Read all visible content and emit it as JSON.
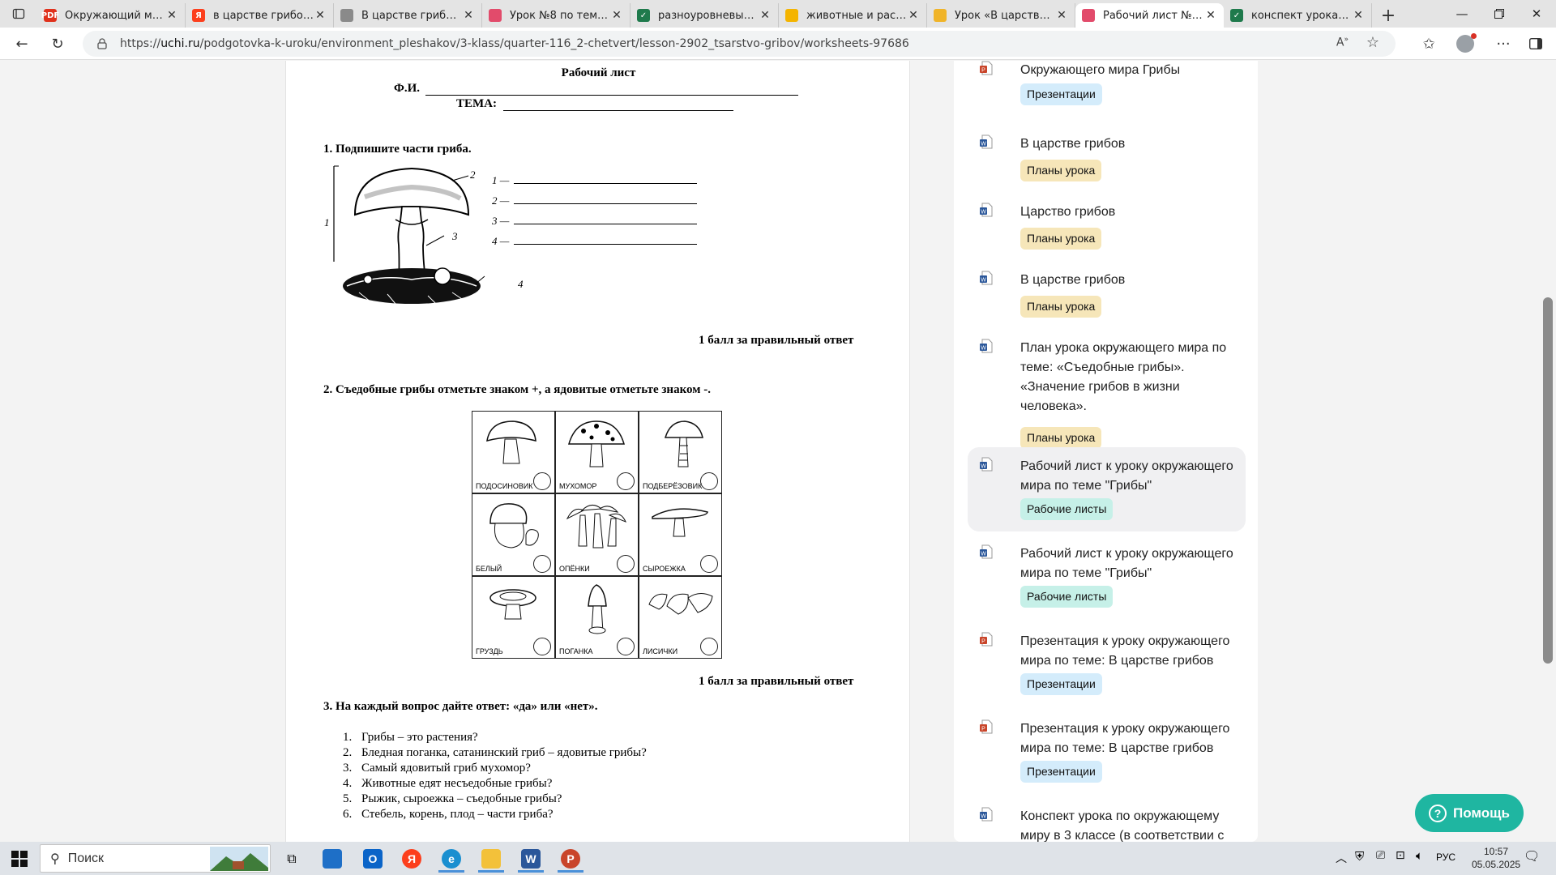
{
  "browser": {
    "tabs": [
      {
        "title": "Окружающий мир 3 кл",
        "favicon_color": "#e0311c",
        "favicon_label": "PDF"
      },
      {
        "title": "в царстве грибов 3 кл",
        "favicon_color": "#fc3f1d",
        "favicon_label": "Я"
      },
      {
        "title": "В царстве грибов. 3 кл",
        "favicon_color": "#8a8a8a",
        "favicon_label": ""
      },
      {
        "title": "Урок №8 по теме \"Цар",
        "favicon_color": "#e24b6b",
        "favicon_label": ""
      },
      {
        "title": "разноуровневые зада",
        "favicon_color": "#1f7a4c",
        "favicon_label": "✓"
      },
      {
        "title": "животные и растения",
        "favicon_color": "#f4b400",
        "favicon_label": ""
      },
      {
        "title": "Урок «В царстве гриб",
        "favicon_color": "#f0b429",
        "favicon_label": ""
      },
      {
        "title": "Рабочий лист №8 к",
        "favicon_color": "#e24b6b",
        "favicon_label": ""
      },
      {
        "title": "конспект урока по окр",
        "favicon_color": "#1f7a4c",
        "favicon_label": "✓"
      }
    ],
    "active_tab_index": 7,
    "url_prefix": "https://",
    "url_domain": "uchi.ru",
    "url_path": "/podgotovka-k-uroku/environment_pleshakov/3-klass/quarter-116_2-chetvert/lesson-2902_tsarstvo-gribov/worksheets-97686"
  },
  "worksheet": {
    "title": "Рабочий лист",
    "fio_label": "Ф.И.",
    "topic_label": "ТЕМА:",
    "task1_title": "1. Подпишите части гриба.",
    "task1_numbers": [
      "1",
      "2",
      "3",
      "4"
    ],
    "task1_lines": [
      "1 —",
      "2 —",
      "3 —",
      "4 —"
    ],
    "task1_score": "1 балл за правильный ответ",
    "task2_title": "2. Съедобные грибы отметьте знаком +, а ядовитые отметьте знаком -.",
    "mushrooms": [
      "ПОДОСИНОВИК",
      "МУХОМОР",
      "ПОДБЕРЁЗОВИК",
      "БЕЛЫЙ",
      "ОПЁНКИ",
      "СЫРОЕЖКА",
      "ГРУЗДЬ",
      "ПОГАНКА",
      "ЛИСИЧКИ"
    ],
    "task2_score": "1 балл за правильный ответ",
    "task3_title": "3. На каждый вопрос дайте ответ: «да» или «нет».",
    "questions": [
      {
        "num": "1.",
        "text": "Грибы – это растения?"
      },
      {
        "num": "2.",
        "text": "Бледная поганка, сатанинский гриб – ядовитые грибы?"
      },
      {
        "num": "3.",
        "text": "Самый ядовитый гриб мухомор?"
      },
      {
        "num": "4.",
        "text": "Животные едят несъедобные грибы?"
      },
      {
        "num": "5.",
        "text": "Рыжик, сыроежка – съедобные грибы?"
      },
      {
        "num": "6.",
        "text": "Стебель, корень, плод – части гриба?"
      }
    ]
  },
  "sidebar": {
    "items": [
      {
        "title": "Окружающего мира Грибы",
        "tag": "Презентации",
        "tag_type": "pres",
        "icon": "ppt-icon"
      },
      {
        "title": "В царстве грибов",
        "tag": "Планы урока",
        "tag_type": "plan",
        "icon": "word-icon"
      },
      {
        "title": "Царство грибов",
        "tag": "Планы урока",
        "tag_type": "plan",
        "icon": "word-icon"
      },
      {
        "title": "В царстве грибов",
        "tag": "Планы урока",
        "tag_type": "plan",
        "icon": "word-icon"
      },
      {
        "title": "План урока окружающего мира по теме: «Съедобные грибы». «Значение грибов в жизни человека».",
        "tag": "Планы урока",
        "tag_type": "plan",
        "icon": "word-icon"
      },
      {
        "title": "Рабочий лист к уроку окружающего мира по теме \"Грибы\"",
        "tag": "Рабочие листы",
        "tag_type": "work",
        "icon": "word-icon"
      },
      {
        "title": "Рабочий лист к уроку окружающего мира по теме \"Грибы\"",
        "tag": "Рабочие листы",
        "tag_type": "work",
        "icon": "word-icon"
      },
      {
        "title": "Презентация к уроку окружающего мира по теме: В царстве грибов",
        "tag": "Презентации",
        "tag_type": "pres",
        "icon": "ppt-icon"
      },
      {
        "title": "Презентация к уроку окружающего мира по теме: В царстве грибов",
        "tag": "Презентации",
        "tag_type": "pres",
        "icon": "ppt-icon"
      },
      {
        "title": "Конспект урока по окружающему миру в 3 классе (в соответствии с",
        "tag": "",
        "tag_type": "",
        "icon": "word-icon"
      }
    ],
    "selected_index": 5
  },
  "help_button": "Помощь",
  "taskbar": {
    "search_placeholder": "Поиск",
    "language": "РУС",
    "time": "10:57",
    "date": "05.05.2025"
  },
  "colors": {
    "accent_help": "#1fb6a1",
    "tag_presentation": "#d4ecfb",
    "tag_plan": "#f6e6b9",
    "tag_worksheet": "#c6f0e8"
  }
}
